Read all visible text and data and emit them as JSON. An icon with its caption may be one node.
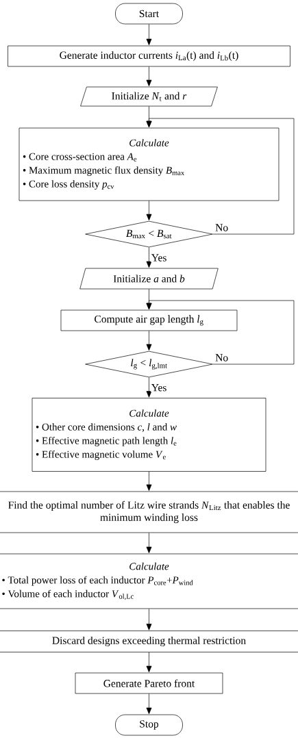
{
  "diagram": {
    "nodes": [
      {
        "text": [
          "Start"
        ]
      },
      {
        "text": [
          "Generate inductor currents *i*$_{La}$(t) and *i*$_{Lb}$(t)"
        ]
      },
      {
        "text": [
          "Initialize *N*$_{t}$ and *r*"
        ]
      },
      {
        "text": [
          "Calculate",
          "• Core cross-section area *A*$_{e}$",
          "• Maximum magnetic flux density *B*$_{max}$",
          "• Core loss density *p*$_{cv}$"
        ]
      },
      {
        "text": [
          "*B*$_{max}$ < *B*$_{sat}$"
        ]
      },
      {
        "text": [
          "Initialize *a* and *b*"
        ]
      },
      {
        "text": [
          "Compute air gap length *l*$_{g}$"
        ]
      },
      {
        "text": [
          "*l*$_{g}$ < *l*$_{g,lmt}$"
        ]
      },
      {
        "text": [
          "Calculate",
          "• Other core dimensions *c*, *l* and *w*",
          "• Effective magnetic path length *l*$_{e}$",
          "• Effective magnetic volume *V*$_{e}$"
        ]
      },
      {
        "text": [
          "Find the optimal number of Litz wire strands *N*$_{Litz}$ that enables the minimum winding loss"
        ]
      },
      {
        "text": [
          "Calculate",
          "• Total power loss of each inductor *P*$_{core}$+*P*$_{wind}$",
          "• Volume of each inductor *V*$_{ol,Lc}$"
        ]
      },
      {
        "text": [
          "Discard designs exceeding thermal restriction"
        ]
      },
      {
        "text": [
          "Generate Pareto front"
        ]
      },
      {
        "text": [
          "Stop"
        ]
      }
    ],
    "edges": [
      {
        "from": 0,
        "to": 1,
        "arrow": "to"
      },
      {
        "from": 1,
        "to": 2,
        "arrow": "to"
      },
      {
        "from": 2,
        "to": 3,
        "arrow": "to"
      },
      {
        "from": 3,
        "to": 4,
        "arrow": "to"
      },
      {
        "from": 4,
        "to": 5,
        "arrow": "to",
        "label": "Yes"
      },
      {
        "from": 4,
        "to": 3,
        "arrow": "to",
        "label": "No"
      },
      {
        "from": 5,
        "to": 6,
        "arrow": "to"
      },
      {
        "from": 6,
        "to": 7,
        "arrow": "to"
      },
      {
        "from": 7,
        "to": 8,
        "arrow": "to",
        "label": "Yes"
      },
      {
        "from": 7,
        "to": 6,
        "arrow": "to",
        "label": "No"
      },
      {
        "from": 8,
        "to": 9,
        "arrow": "to"
      },
      {
        "from": 9,
        "to": 10,
        "arrow": "to"
      },
      {
        "from": 10,
        "to": 11,
        "arrow": "to"
      },
      {
        "from": 11,
        "to": 12,
        "arrow": "to"
      },
      {
        "from": 12,
        "to": 13,
        "arrow": "to"
      }
    ]
  }
}
